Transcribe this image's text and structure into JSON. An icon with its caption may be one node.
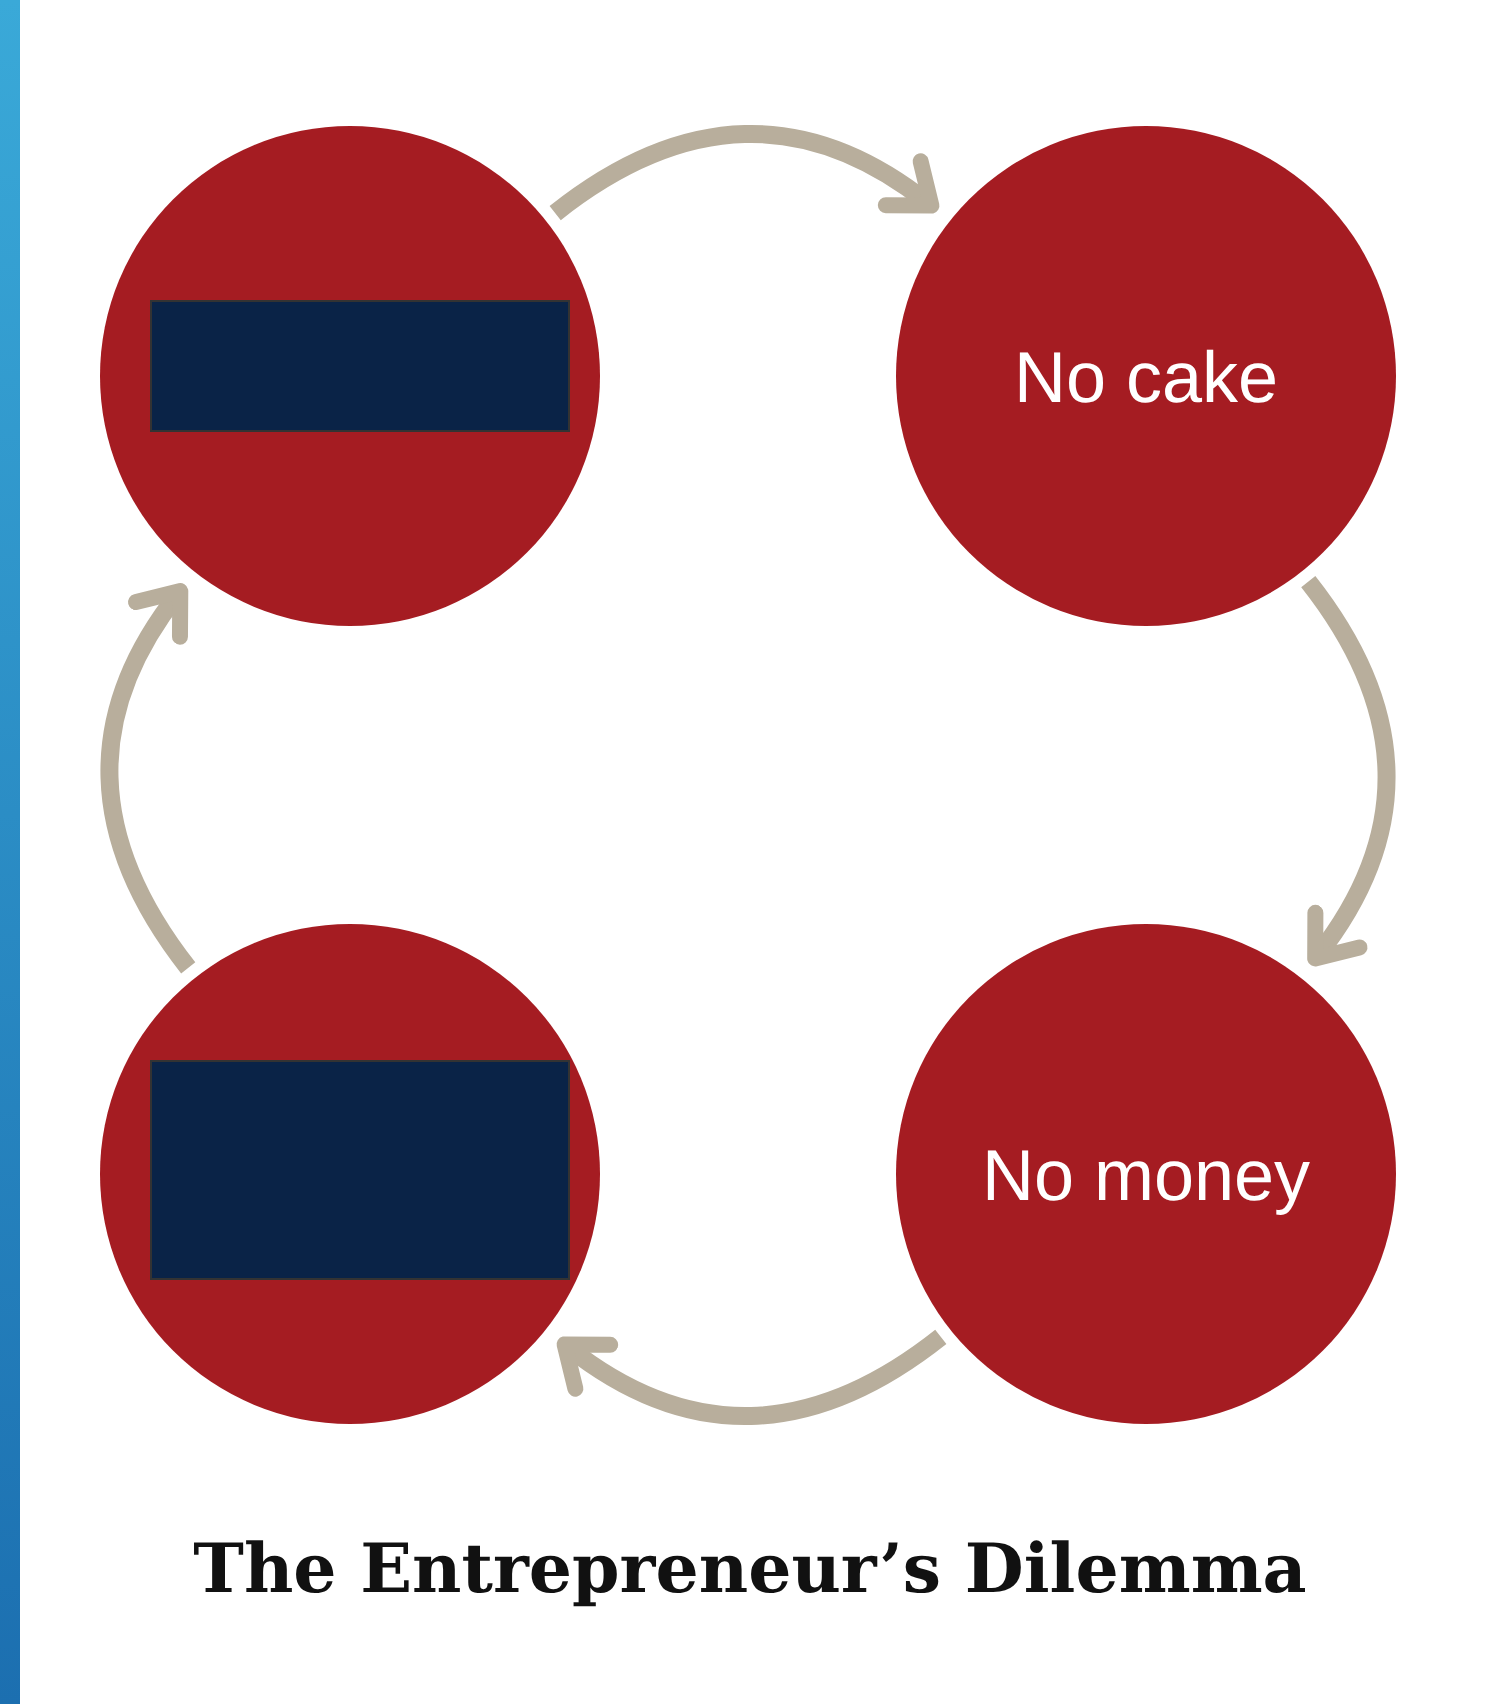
{
  "diagram": {
    "nodes": [
      {
        "text": [],
        "shape": "circle"
      },
      {
        "text": [
          "No cake"
        ]
      },
      {
        "text": [
          "No money"
        ]
      },
      {
        "text": [],
        "shape": "circle"
      }
    ],
    "edges": [
      {
        "from": 0,
        "to": 1,
        "arrow": "to"
      },
      {
        "from": 1,
        "to": 2,
        "arrow": "to"
      },
      {
        "from": 2,
        "to": 3,
        "arrow": "to"
      },
      {
        "from": 3,
        "to": 0,
        "arrow": "to"
      }
    ],
    "caption": "The Entrepreneur’s Dilemma"
  }
}
